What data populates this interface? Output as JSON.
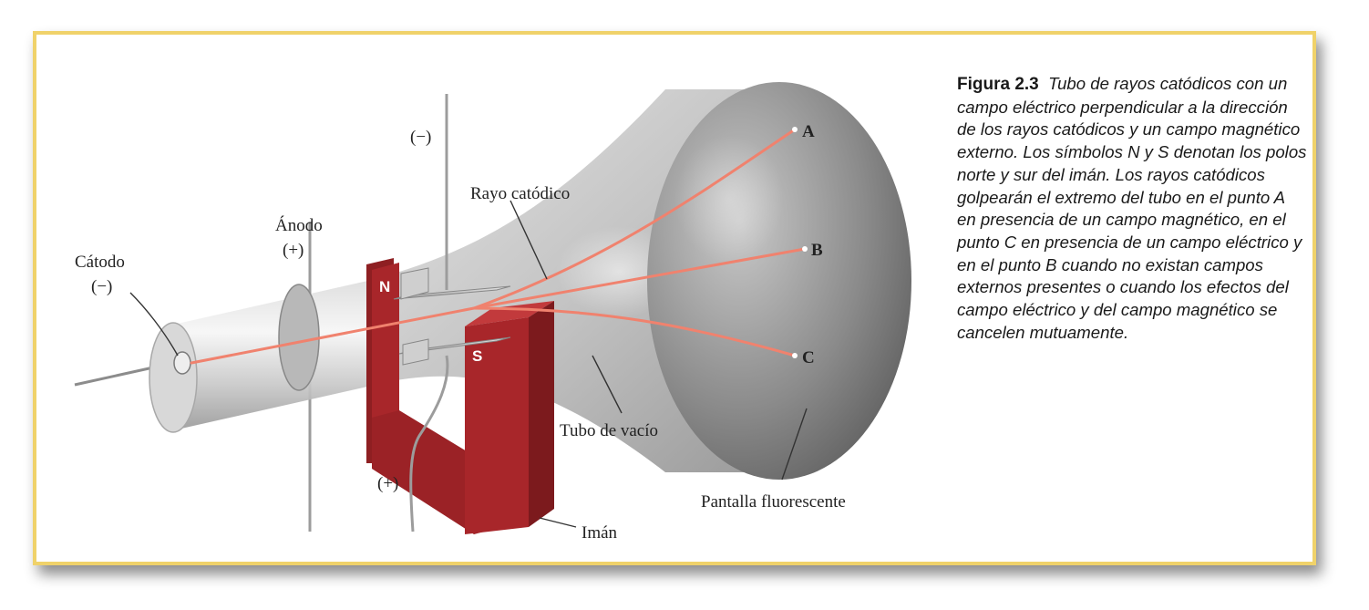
{
  "figure": {
    "label": "Figura 2.3",
    "caption": "Tubo de rayos catódicos con un campo eléctrico perpendicular a la dirección de los rayos catódicos y un campo magnético externo. Los símbolos N y S denotan los polos norte y sur del imán. Los rayos catódicos golpearán el extremo del tubo en el punto A en presencia de un campo magnético, en el punto C en presencia de un campo eléctrico y en el punto B cuando no existan campos externos presentes o cuando los efectos del campo eléctrico y del campo magnético se cancelen mutuamente."
  },
  "labels": {
    "catodo": "Cátodo",
    "catodo_sign": "(−)",
    "anodo": "Ánodo",
    "anodo_sign": "(+)",
    "top_plate_sign": "(−)",
    "bottom_plate_sign": "(+)",
    "rayo_catodico": "Rayo catódico",
    "tubo_vacio": "Tubo de vacío",
    "pantalla": "Pantalla fluorescente",
    "iman": "Imán",
    "pole_n": "N",
    "pole_s": "S",
    "point_a": "A",
    "point_b": "B",
    "point_c": "C"
  },
  "colors": {
    "frame_border": "#f0d26a",
    "ray": "#f0826e",
    "magnet": "#a8262a"
  }
}
